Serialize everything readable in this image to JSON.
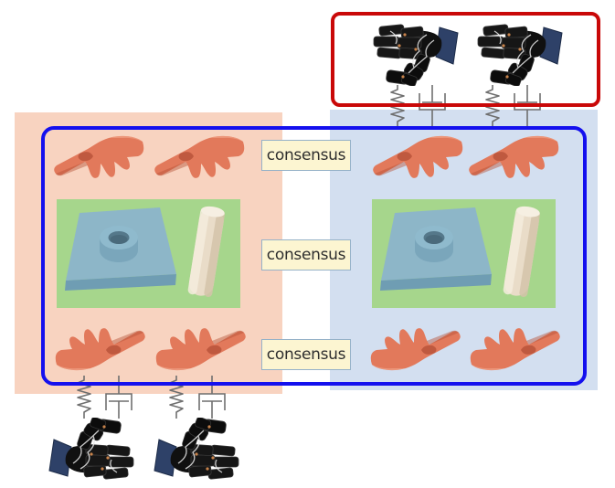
{
  "consensus_labels": [
    "consensus",
    "consensus",
    "consensus"
  ],
  "colors": {
    "left_region_bg": "#f8d3c0",
    "right_region_bg": "#d3dff0",
    "blue_team_border": "#1410ee",
    "red_robot_border": "#c90808",
    "object_panel_bg": "#a6d68c",
    "label_bg": "#fcf5d1",
    "label_border": "#96b2c8",
    "hand_skin": "#e2795b",
    "hand_shadow": "#b65138",
    "plate_blue": "#8db6c8",
    "cylinder_cream": "#e9dcc8",
    "spring_gray": "#6f6f6f",
    "robot_base_navy": "#2e4168"
  },
  "icons": {
    "pointing_hand": "human-hand-pointing-icon",
    "open_hand": "human-hand-open-icon",
    "robot_hand": "robot-hand-icon",
    "spring": "spring-icon",
    "damper": "damper-icon",
    "plate_with_hole": "blue-plate-with-hole-icon",
    "cylinder": "cream-cylinder-icon"
  }
}
